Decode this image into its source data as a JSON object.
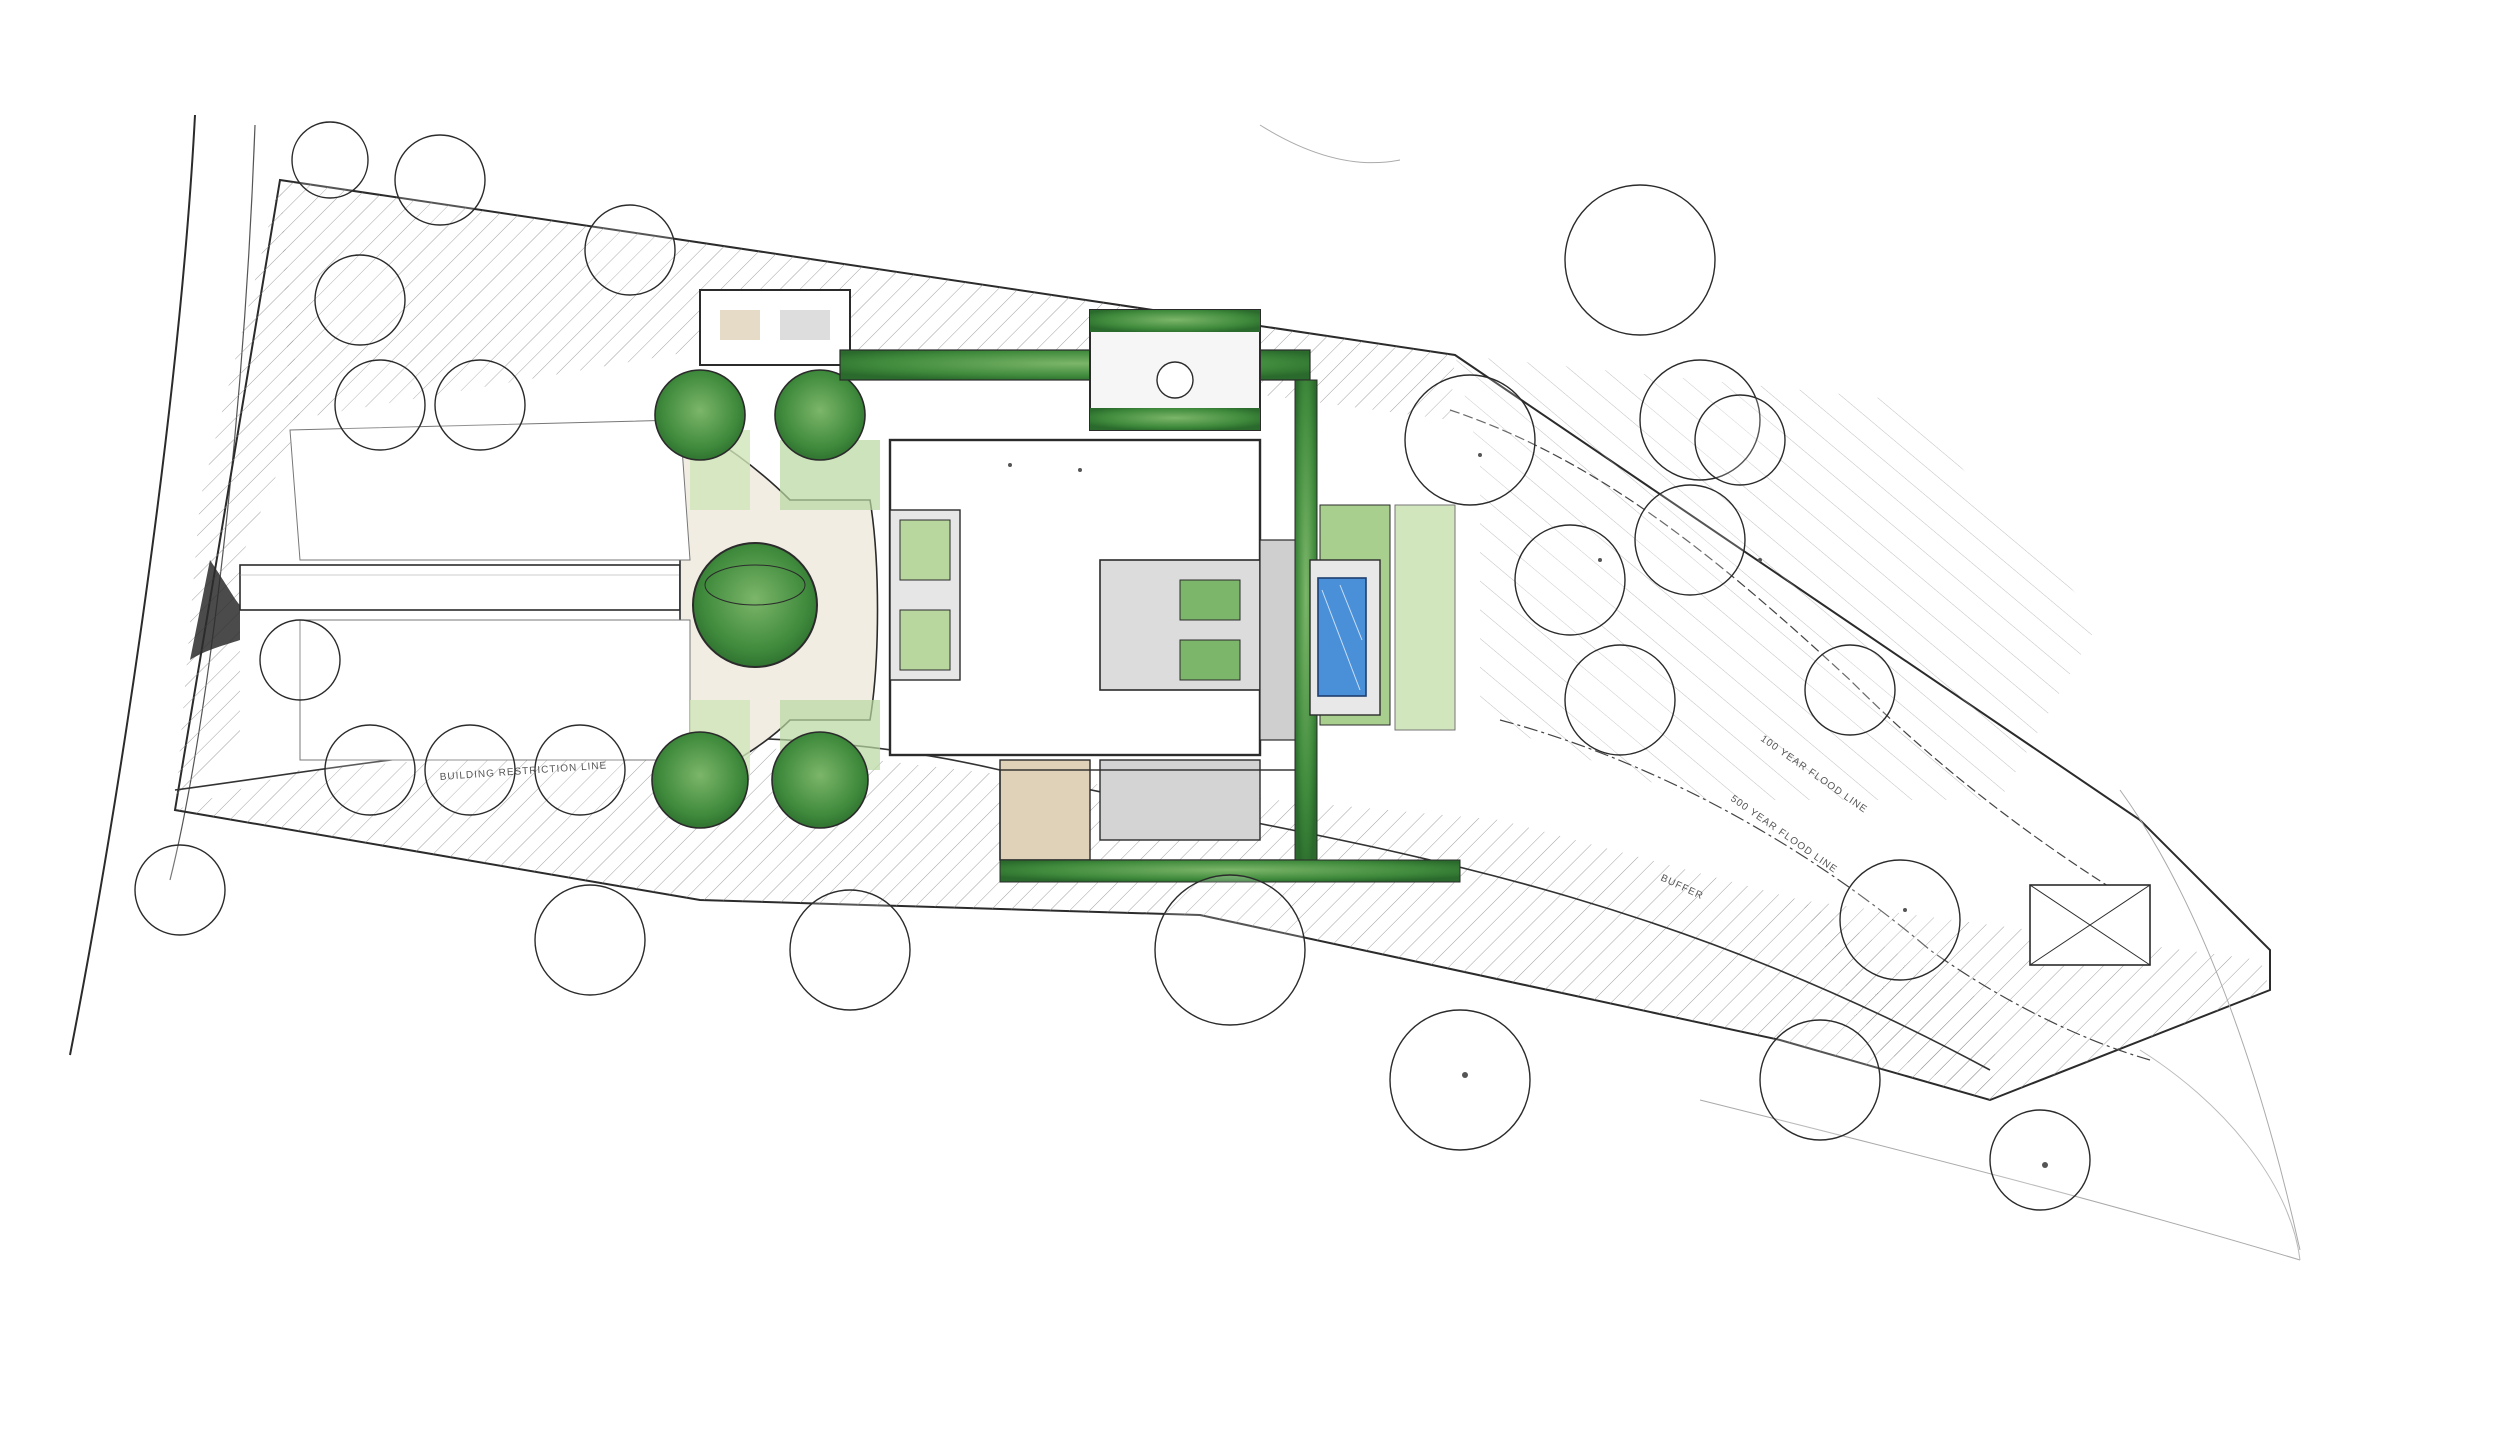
{
  "labels": {
    "restriction_line": "BUILDING RESTRICTION LINE",
    "flood_line_100": "100 YEAR FLOOD LINE",
    "flood_line_500": "500 YEAR FLOOD LINE",
    "buffer": "BUFFER"
  },
  "colors": {
    "ink": "#2b2b2b",
    "hedge": "#3f8a3c",
    "lawn": "#a9cf8e",
    "paving": "#c9c9c9",
    "gravel": "#e4d2b4",
    "pool": "#4a90d9",
    "hatch": "#8a8a8a"
  }
}
